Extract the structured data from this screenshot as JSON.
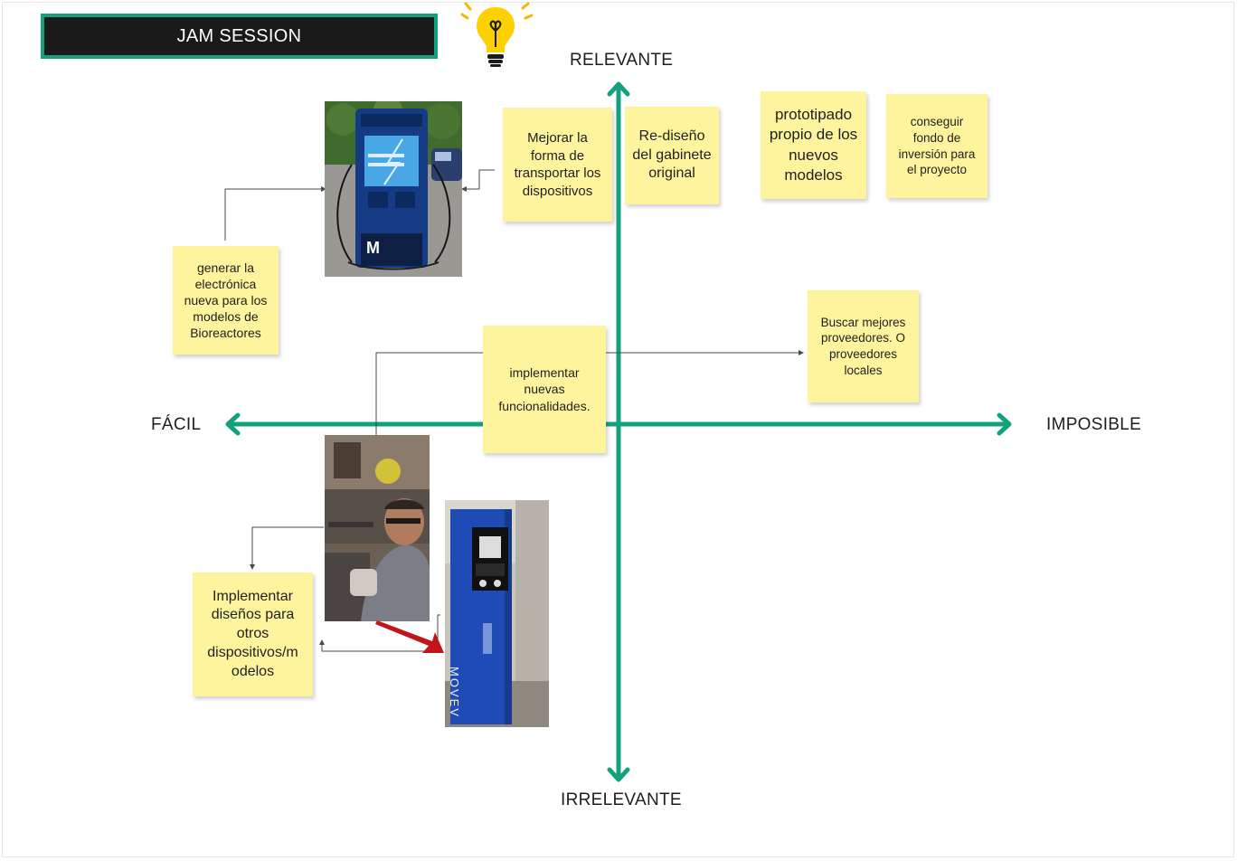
{
  "board": {
    "title": "JAM SESSION",
    "accent_color": "#13a07c",
    "banner_color": "#1a1a1a",
    "sticky_color": "#fff49e",
    "arrow_color": "#c3141c",
    "icon": "lightbulb-icon"
  },
  "axes": {
    "top": "RELEVANTE",
    "bottom": "IRRELEVANTE",
    "left": "FÁCIL",
    "right": "IMPOSIBLE"
  },
  "notes": {
    "mejorar_transporte": "Mejorar la forma de transportar los dispositivos",
    "rediseno_gabinete": "Re-diseño del gabinete original",
    "prototipado": "prototipado propio de los nuevos modelos",
    "fondo_inversion": "conseguir fondo de inversión para el proyecto",
    "electronica": "generar la electrónica nueva para los modelos de Bioreactores",
    "proveedores": "Buscar mejores proveedores. O proveedores locales",
    "funcionalidades": "implementar nuevas funcionalidades.",
    "disenos": "Implementar diseños para otros dispositivos/m odelos"
  },
  "photos": {
    "charger_brand": "M",
    "cabinet_brand": "MOVEV"
  }
}
